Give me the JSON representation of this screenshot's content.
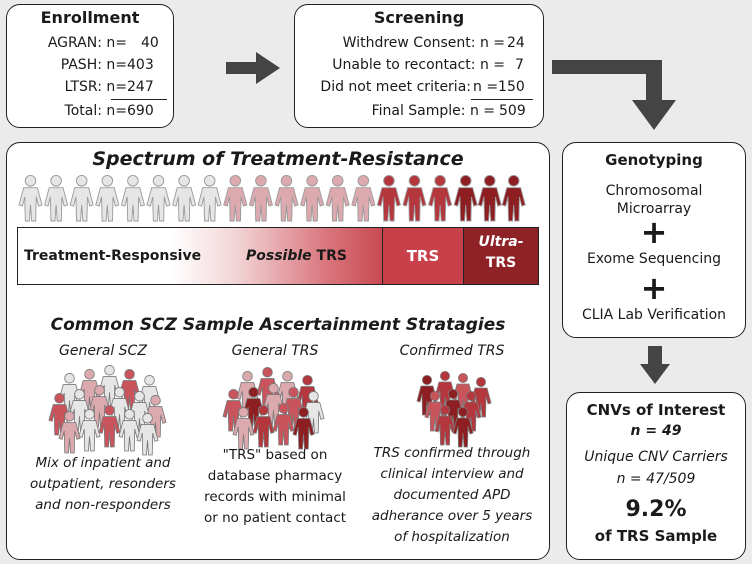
{
  "enrollment": {
    "title": "Enrollment",
    "rows": [
      {
        "label": "AGRAN: n=",
        "value": "40"
      },
      {
        "label": "PASH: n=",
        "value": "403"
      },
      {
        "label": "LTSR: n=",
        "value": "247"
      },
      {
        "label": "Total: n=",
        "value": "690"
      }
    ]
  },
  "screening": {
    "title": "Screening",
    "rows": [
      {
        "label": "Withdrew Consent: n = ",
        "value": "24"
      },
      {
        "label": "Unable to recontact: n = ",
        "value": "7"
      },
      {
        "label": "Did not meet criteria: ",
        "value": "n =150"
      },
      {
        "label": "Final Sample: n = ",
        "value": "509"
      }
    ]
  },
  "spectrum": {
    "title": "Spectrum of Treatment-Resistance",
    "bar_responsive": "Treatment-Responsive",
    "bar_possible_italic": "Possible",
    "bar_possible_rest": " TRS",
    "bar_trs": "TRS",
    "bar_ultra_1": "Ultra-",
    "bar_ultra_2": "TRS",
    "colors": {
      "light": "#e6e6e6",
      "pink": "#dcaaae",
      "mid": "#c9545c",
      "red": "#b3373d",
      "dark": "#8d1f22"
    }
  },
  "strategies": {
    "title": "Common SCZ Sample Ascertainment Stratagies",
    "columns": [
      {
        "heading": "General SCZ",
        "lines": [
          "Mix of inpatient and",
          "outpatient, resonders",
          "and non-responders"
        ]
      },
      {
        "heading": "General TRS",
        "lines": [
          "\"TRS\" based on",
          "database pharmacy",
          "records with minimal",
          "or no patient contact"
        ]
      },
      {
        "heading": "Confirmed TRS",
        "lines": [
          "TRS confirmed through",
          "clinical interview and",
          "documented APD",
          "adherance over 5 years",
          "of hospitalization"
        ]
      }
    ]
  },
  "genotyping": {
    "title": "Genotyping",
    "item1_line1": "Chromosomal",
    "item1_line2": "Microarray",
    "plus": "+",
    "item2": "Exome Sequencing",
    "item3": "CLIA Lab Verification"
  },
  "cnvs": {
    "title": "CNVs of Interest",
    "n": "n = 49",
    "carriers_label": "Unique CNV Carriers",
    "carriers_value": "n = 47/509",
    "percent": "9.2%",
    "percent_label": "of TRS Sample"
  }
}
